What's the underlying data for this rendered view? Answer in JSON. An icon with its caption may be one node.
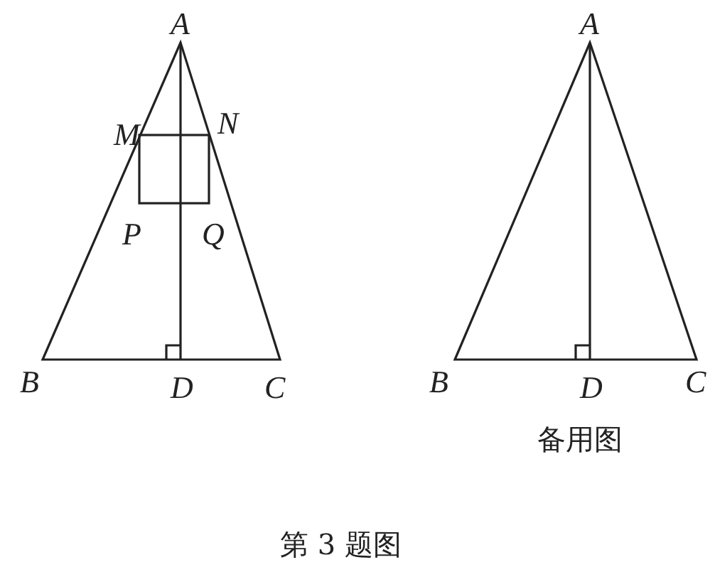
{
  "diagram": {
    "caption": "第 3 题图",
    "labels": [
      "A",
      "M",
      "N",
      "P",
      "Q",
      "B",
      "D",
      "C",
      "A",
      "B",
      "D",
      "C",
      "备用图"
    ]
  }
}
